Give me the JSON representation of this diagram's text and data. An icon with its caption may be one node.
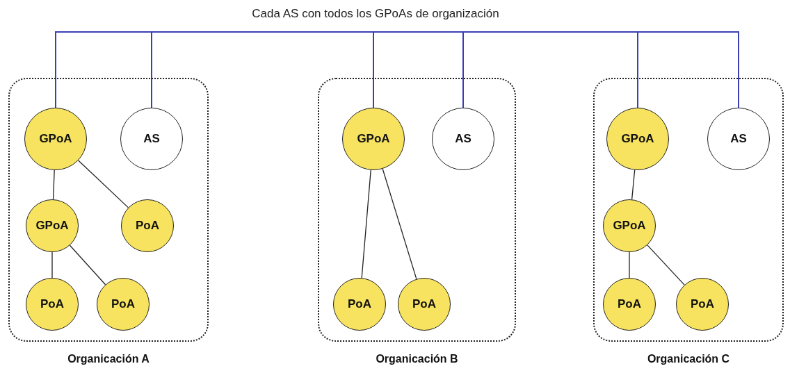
{
  "diagram": {
    "title": "Cada AS con todos los GPoAs de organización",
    "nodes": [
      {
        "text": [
          "Organicación A"
        ]
      },
      {
        "text": [
          "GPoA"
        ],
        "in": 0
      },
      {
        "text": [
          "AS"
        ],
        "in": 0
      },
      {
        "text": [
          "GPoA"
        ],
        "in": 0
      },
      {
        "text": [
          "PoA"
        ],
        "in": 0
      },
      {
        "text": [
          "PoA"
        ],
        "in": 0
      },
      {
        "text": [
          "PoA"
        ],
        "in": 0
      },
      {
        "text": [
          "Organicación B"
        ]
      },
      {
        "text": [
          "GPoA"
        ],
        "in": 7
      },
      {
        "text": [
          "AS"
        ],
        "in": 7
      },
      {
        "text": [
          "PoA"
        ],
        "in": 7
      },
      {
        "text": [
          "PoA"
        ],
        "in": 7
      },
      {
        "text": [
          "Organicación C"
        ]
      },
      {
        "text": [
          "GPoA"
        ],
        "in": 12
      },
      {
        "text": [
          "AS"
        ],
        "in": 12
      },
      {
        "text": [
          "GPoA"
        ],
        "in": 12
      },
      {
        "text": [
          "PoA"
        ],
        "in": 12
      },
      {
        "text": [
          "PoA"
        ],
        "in": 12
      }
    ],
    "edges": [
      {
        "from": 1,
        "to": 3,
        "arrow": "none"
      },
      {
        "from": 1,
        "to": 4,
        "arrow": "none"
      },
      {
        "from": 3,
        "to": 5,
        "arrow": "none"
      },
      {
        "from": 3,
        "to": 6,
        "arrow": "none"
      },
      {
        "from": 8,
        "to": 10,
        "arrow": "none"
      },
      {
        "from": 8,
        "to": 11,
        "arrow": "none"
      },
      {
        "from": 13,
        "to": 15,
        "arrow": "none"
      },
      {
        "from": 15,
        "to": 16,
        "arrow": "none"
      },
      {
        "from": 15,
        "to": 17,
        "arrow": "none"
      },
      {
        "from": 2,
        "to": 1,
        "arrow": "none",
        "color": "#3b3fb5"
      },
      {
        "from": 2,
        "to": 8,
        "arrow": "none",
        "color": "#3b3fb5"
      },
      {
        "from": 2,
        "to": 13,
        "arrow": "none",
        "color": "#3b3fb5"
      },
      {
        "from": 9,
        "to": 1,
        "arrow": "none",
        "color": "#3b3fb5"
      },
      {
        "from": 9,
        "to": 8,
        "arrow": "none",
        "color": "#3b3fb5"
      },
      {
        "from": 9,
        "to": 13,
        "arrow": "none",
        "color": "#3b3fb5"
      },
      {
        "from": 14,
        "to": 1,
        "arrow": "none",
        "color": "#3b3fb5"
      },
      {
        "from": 14,
        "to": 8,
        "arrow": "none",
        "color": "#3b3fb5"
      },
      {
        "from": 14,
        "to": 13,
        "arrow": "none",
        "color": "#3b3fb5"
      }
    ]
  }
}
